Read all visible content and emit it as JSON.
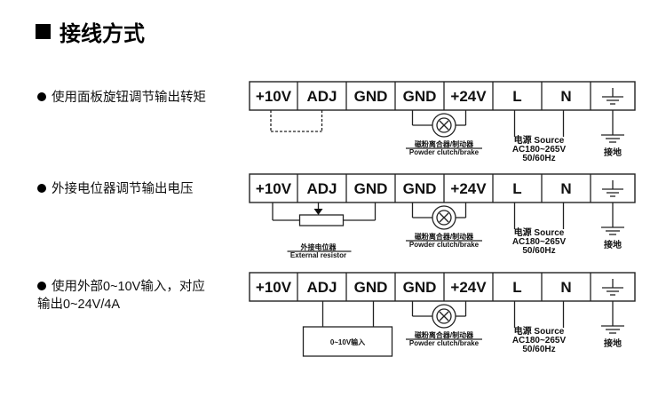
{
  "header": {
    "title": "接线方式"
  },
  "rows": [
    {
      "description": [
        "使用面板旋钮调节输出转矩"
      ],
      "mode": "panel-knob"
    },
    {
      "description": [
        "外接电位器调节输出电压"
      ],
      "mode": "external-potentiometer",
      "potentiometer_label_cn": "外接电位器",
      "potentiometer_label_en": "External resistor"
    },
    {
      "description": [
        "使用外部0~10V输入，对应",
        "输出0~24V/4A"
      ],
      "mode": "external-voltage",
      "input_box_label": "0~10V输入"
    }
  ],
  "terminals": [
    "+10V",
    "ADJ",
    "GND",
    "GND",
    "+24V",
    "L",
    "N",
    "ground-symbol"
  ],
  "clutch": {
    "label_cn": "磁粉离合器/制动器",
    "label_en": "Powder clutch/brake"
  },
  "power": {
    "line1": "电源 Source",
    "line2": "AC180~265V",
    "line3": "50/60Hz"
  },
  "ground_label": "接地"
}
